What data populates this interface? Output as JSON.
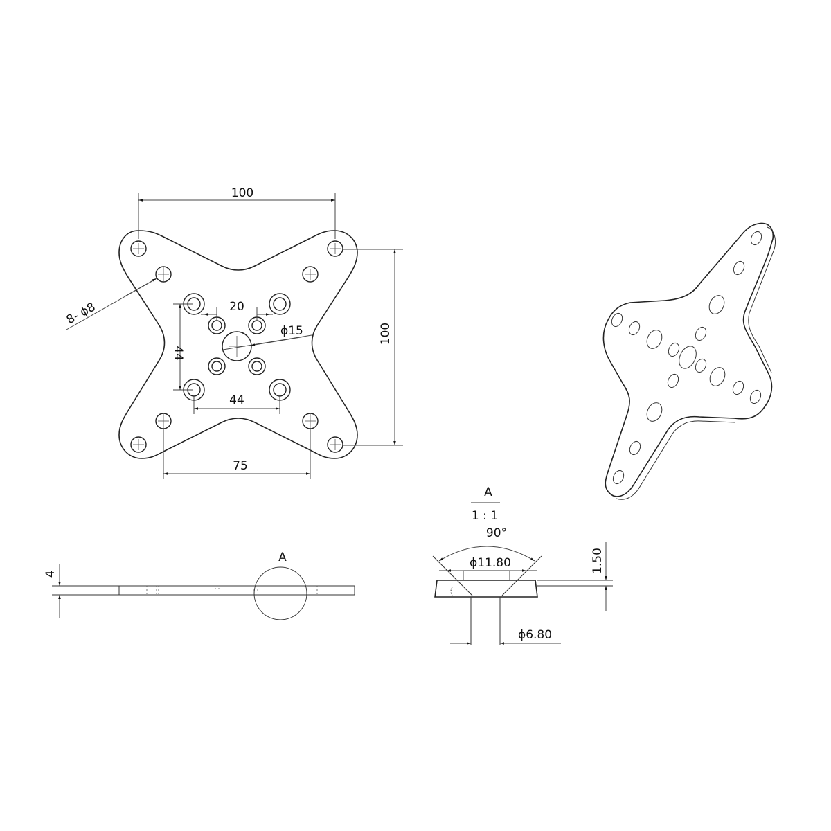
{
  "drawing": {
    "top_view": {
      "dimensions": {
        "outer_width": "100",
        "outer_height": "100",
        "inner_square_width": "44",
        "inner_square_height": "44",
        "small_hole_spacing": "20",
        "bottom_hole_spacing": "75",
        "center_hole": "ϕ15",
        "hole_callout": "8- ϕ8"
      }
    },
    "side_view": {
      "thickness": "4",
      "detail_marker": "A"
    },
    "detail_view": {
      "label": "A",
      "scale": "1 : 1",
      "countersink_angle": "90°",
      "countersink_diameter": "ϕ11.80",
      "through_hole_diameter": "ϕ6.80",
      "countersink_depth": "1.50"
    },
    "isometric_view": {
      "description": "3D view of X-shaped mounting plate"
    },
    "colors": {
      "line": "#222222",
      "background": "#ffffff"
    }
  }
}
